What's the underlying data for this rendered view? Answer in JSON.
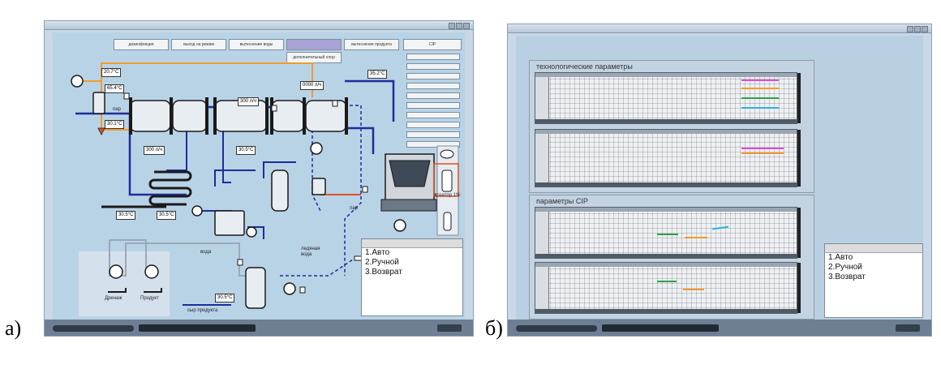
{
  "figure_labels": {
    "a": "а)",
    "b": "б)"
  },
  "colors": {
    "pipe_blue": "#1c2d9c",
    "pipe_orange": "#f59a2d",
    "pipe_red": "#e05020",
    "pipe_gray": "#9aa8b6",
    "trace_magenta": "#e24ad2",
    "trace_orange": "#f59a2d",
    "trace_green": "#2ca24a",
    "trace_cyan": "#33aee0"
  },
  "screen_a": {
    "tabs": [
      "дезинфекция",
      "выход на режим",
      "вытеснение воды",
      "",
      "вытеснение продукта",
      "CIP"
    ],
    "subtab": "дополнительный хлор",
    "readouts": [
      "20.7°С",
      "65.4°С",
      "30.1°С",
      "300 л/ч",
      "0000 л/ч",
      "35.2°С",
      "300 л/ч",
      "30.5°С",
      "30.5°С",
      "30.5°С",
      "30.5°С"
    ],
    "labels": {
      "steam_left": "пар",
      "steam_right": "пар",
      "ice_water": "ледяная вода",
      "water": "вода",
      "product": "сыр продукта",
      "filling": "дозатор",
      "tank_left": "Дренаж",
      "tank_right": "Продукт",
      "bottle_label": "дозатор 1%"
    },
    "menu": [
      "1.Авто",
      "2.Ручной",
      "3.Возврат"
    ],
    "icons": [
      "pump-icon",
      "valve-icon",
      "tank-icon",
      "heat-exchanger-icon",
      "filling-machine-icon",
      "bottle-icon"
    ]
  },
  "screen_b": {
    "panel_top_title": "технологические параметры",
    "panel_bottom_title": "параметры CIP",
    "menu": [
      "1.Авто",
      "2.Ручной",
      "3.Возврат"
    ],
    "plots": [
      {
        "traces": [
          {
            "color": "#e24ad2"
          },
          {
            "color": "#f59a2d"
          },
          {
            "color": "#2ca24a"
          },
          {
            "color": "#33aee0"
          }
        ]
      },
      {
        "traces": [
          {
            "color": "#e24ad2"
          },
          {
            "color": "#f59a2d"
          }
        ]
      },
      {
        "traces": [
          {
            "color": "#2ca24a"
          },
          {
            "color": "#f59a2d"
          },
          {
            "color": "#33aee0"
          }
        ]
      },
      {
        "traces": [
          {
            "color": "#2ca24a"
          },
          {
            "color": "#f59a2d"
          }
        ]
      }
    ]
  }
}
